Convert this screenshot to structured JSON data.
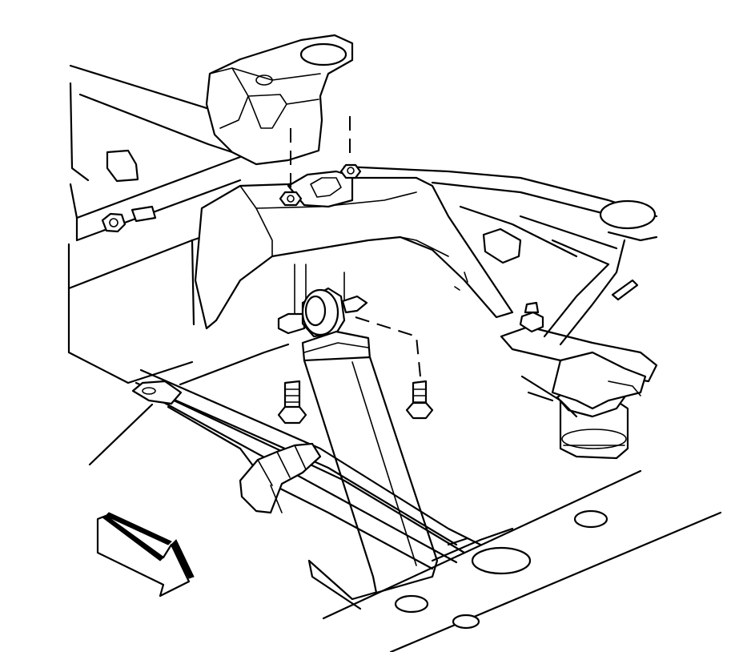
{
  "figure": {
    "colors": {
      "line": "#000000",
      "background": "#ffffff"
    },
    "parts": [
      "frame-rail",
      "crossmember",
      "upper-shock-mount-bracket",
      "shock-absorber",
      "upper-shock-bushing",
      "mounting-bolts",
      "nuts",
      "leaf-spring",
      "spring-clamp",
      "axle-bumper",
      "underbody-panel",
      "direction-arrow"
    ]
  }
}
